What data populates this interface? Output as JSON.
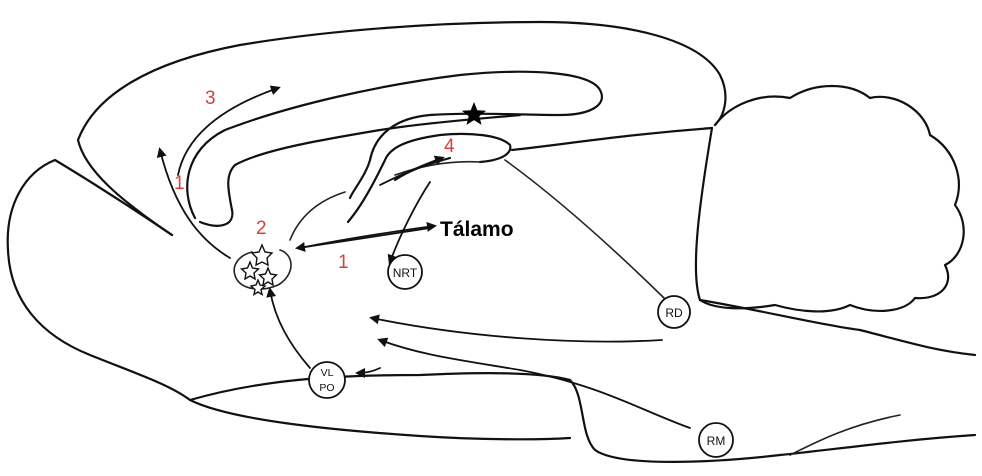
{
  "labels": {
    "thalamus": "Tálamo",
    "pathway_numbers": {
      "cortex_up": "1",
      "cortex_arc": "3",
      "basal_forebrain": "2",
      "thalamus_link": "1",
      "hippocampus": "4"
    },
    "nuclei": {
      "nrt": "NRT",
      "rd": "RD",
      "rm": "RM",
      "vlpo_top": "VL",
      "vlpo_bottom": "PO"
    }
  },
  "colors": {
    "outline": "#111111",
    "pathway_numbers": "#d9413a",
    "background": "#ffffff"
  },
  "icons": {
    "marker": "star-icon",
    "cell_cluster": "star-outline-icon"
  }
}
